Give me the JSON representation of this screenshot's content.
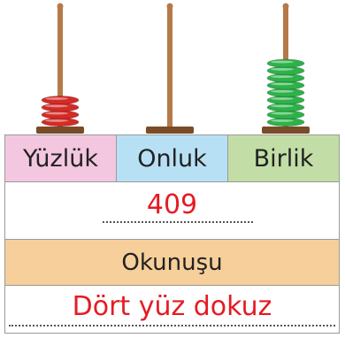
{
  "columns": [
    {
      "label": "Yüzlük",
      "color": "#f3c7e0",
      "bead_color": "#d42b26",
      "bead_count": 4
    },
    {
      "label": "Onluk",
      "color": "#b8e0f5",
      "bead_color": "#d42b26",
      "bead_count": 0
    },
    {
      "label": "Birlik",
      "color": "#c2dea6",
      "bead_color": "#2db24a",
      "bead_count": 9
    }
  ],
  "number": "409",
  "reading_label": "Okunuşu",
  "reading_color": "#f6cf9a",
  "reading_text": "Dört yüz dokuz",
  "answer_color": "#e51b24",
  "rod_color": "#b57a4a"
}
